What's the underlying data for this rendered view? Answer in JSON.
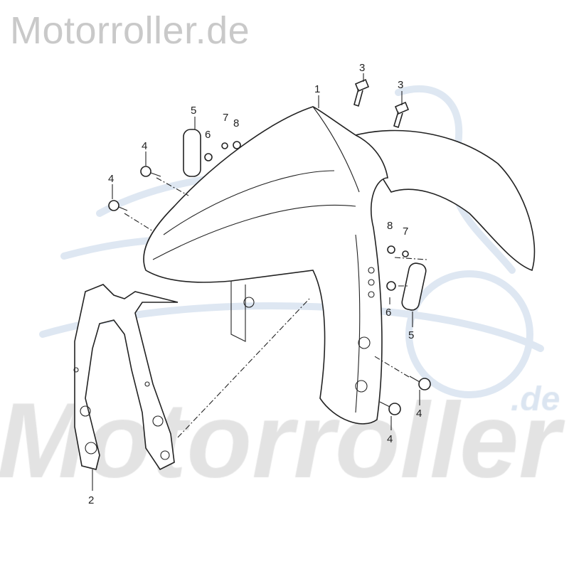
{
  "watermark": {
    "top": "Motorroller.de",
    "big": "Motorroller",
    "suffix": ".de"
  },
  "colors": {
    "line": "#222222",
    "watermark_gray": "#c9c9c9",
    "watermark_blue": "#dbe5f1"
  },
  "callouts": {
    "front_fender": "1",
    "bracket": "2",
    "bolt_3a": "3",
    "bolt_3b": "3",
    "screw_4a": "4",
    "screw_4b": "4",
    "screw_4c": "4",
    "screw_4d": "4",
    "reflector_5a": "5",
    "reflector_5b": "5",
    "washer_6a": "6",
    "washer_6b": "6",
    "nut_7a": "7",
    "nut_7b": "7",
    "nut_8a": "8",
    "nut_8b": "8"
  }
}
